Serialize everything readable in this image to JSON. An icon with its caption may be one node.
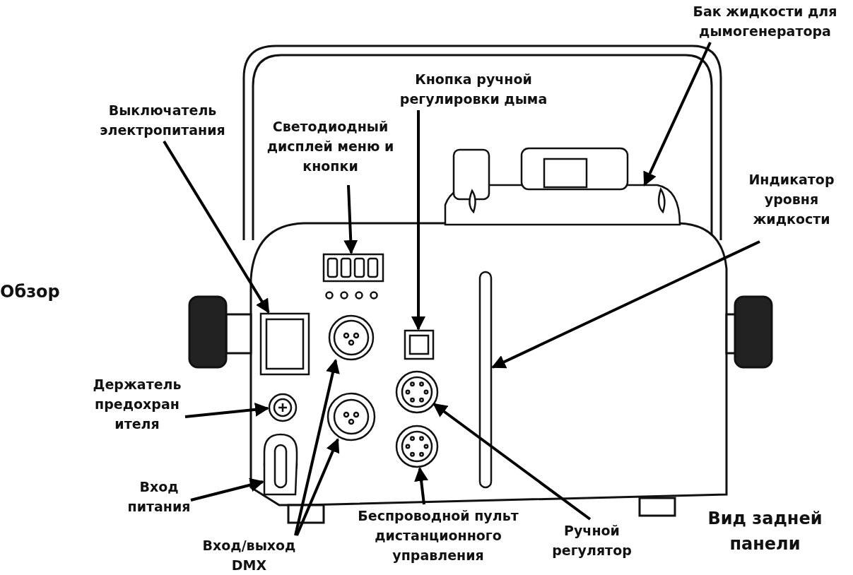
{
  "diagram": {
    "nodes": [
      {
        "text": [
          "Бак жидкости для дымогенератора"
        ]
      },
      {
        "text": [
          "Кнопка ручной регулировки дыма"
        ]
      },
      {
        "text": [
          "Выключатель электропитания"
        ]
      },
      {
        "text": [
          "Светодиодный дисплей меню и кнопки"
        ]
      },
      {
        "text": [
          "Индикатор уровня жидкости"
        ]
      },
      {
        "text": [
          "Держатель предохранителя"
        ]
      },
      {
        "text": [
          "Вход питания"
        ]
      },
      {
        "text": [
          "Вход/выход DMX"
        ]
      },
      {
        "text": [
          "Беспроводной пульт дистанционного управления"
        ]
      },
      {
        "text": [
          "Ручной регулятор"
        ]
      },
      {
        "text": [],
        "shape": "cylinder"
      },
      {
        "text": [],
        "shape": "box"
      },
      {
        "text": [],
        "shape": "box"
      },
      {
        "text": [],
        "shape": "box"
      },
      {
        "text": [],
        "shape": "bar"
      },
      {
        "text": [],
        "shape": "circle"
      },
      {
        "text": [],
        "shape": "circle"
      },
      {
        "text": [],
        "shape": "circle"
      },
      {
        "text": [],
        "shape": "circle"
      },
      {
        "text": [],
        "shape": "circle"
      },
      {
        "text": [],
        "shape": "circle"
      }
    ],
    "edges": [
      {
        "from": 0,
        "to": 10,
        "arrow": "to"
      },
      {
        "from": 1,
        "to": 12,
        "arrow": "to"
      },
      {
        "from": 2,
        "to": 13,
        "arrow": "to"
      },
      {
        "from": 3,
        "to": 11,
        "arrow": "to"
      },
      {
        "from": 4,
        "to": 14,
        "arrow": "to"
      },
      {
        "from": 5,
        "to": 15,
        "arrow": "to"
      },
      {
        "from": 6,
        "to": 16,
        "arrow": "to"
      },
      {
        "from": 7,
        "to": 17,
        "arrow": "to"
      },
      {
        "from": 7,
        "to": 18,
        "arrow": "to"
      },
      {
        "from": 8,
        "to": 19,
        "arrow": "to"
      },
      {
        "from": 9,
        "to": 20,
        "arrow": "to"
      }
    ],
    "labels": [
      "Обзор",
      "Вид задней панели"
    ]
  }
}
